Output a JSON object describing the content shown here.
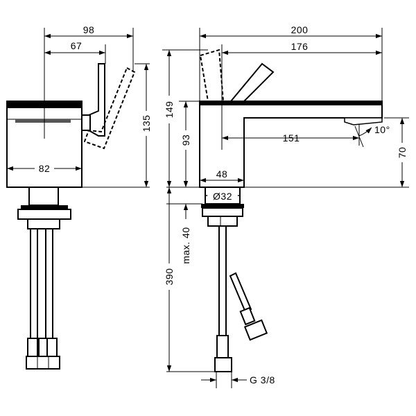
{
  "dimensions": {
    "side_depth_total": "98",
    "side_lever_reach": "67",
    "side_body_width": "82",
    "side_height": "135",
    "front_total_width": "200",
    "front_lever_reach": "176",
    "front_spout_reach": "151",
    "front_base_width": "48",
    "front_height_lever": "149",
    "front_height_spout": "93",
    "front_height_body": "70",
    "spout_angle": "10°",
    "hole_diameter": "Ø32",
    "counter_thickness": "max. 40",
    "hose_length": "390",
    "thread": "G 3/8"
  }
}
